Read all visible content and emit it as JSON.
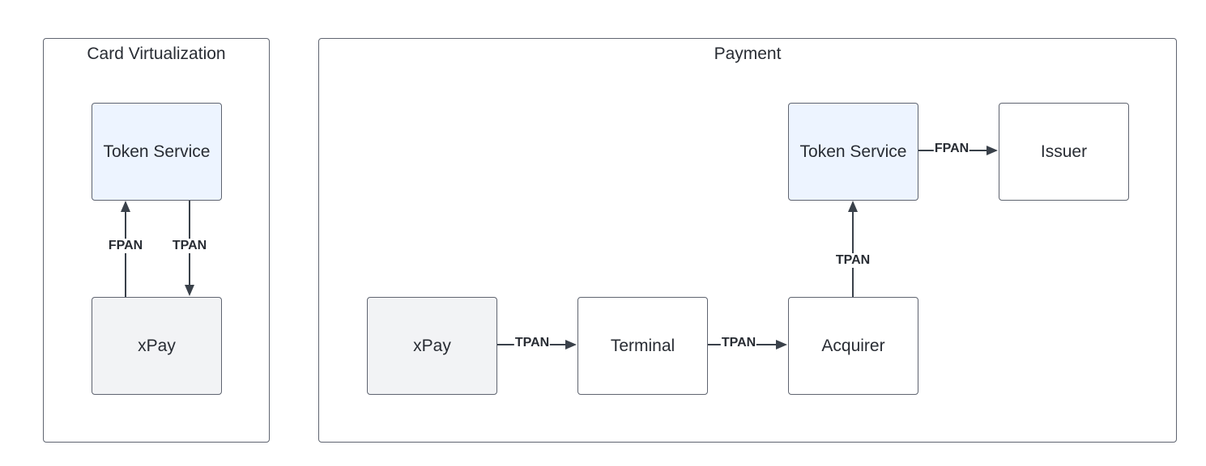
{
  "containers": {
    "card_virtualization": {
      "title": "Card Virtualization"
    },
    "payment": {
      "title": "Payment"
    }
  },
  "nodes": {
    "cv_token_service": "Token Service",
    "cv_xpay": "xPay",
    "pay_xpay": "xPay",
    "pay_terminal": "Terminal",
    "pay_acquirer": "Acquirer",
    "pay_token_service": "Token Service",
    "pay_issuer": "Issuer"
  },
  "edges": {
    "cv_xpay_to_token_service": "FPAN",
    "cv_token_service_to_xpay": "TPAN",
    "xpay_to_terminal": "TPAN",
    "terminal_to_acquirer": "TPAN",
    "acquirer_to_token_service": "TPAN",
    "token_service_to_issuer": "FPAN"
  },
  "colors": {
    "token_service_fill": "#edf4ff",
    "xpay_fill": "#f2f3f5",
    "default_fill": "#ffffff",
    "line": "#3a414a"
  }
}
